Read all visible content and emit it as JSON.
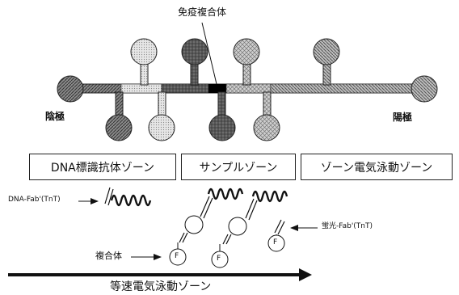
{
  "labels": {
    "immune_complex": "免疫複合体",
    "cathode": "陰極",
    "anode": "陽極",
    "dna_fab": "DNA-Fab'(TnT)",
    "fluor_fab": "蛍光-Fab'(TnT)",
    "complex": "複合体",
    "f_marker": "F",
    "itp_zone": "等速電気泳動ゾーン"
  },
  "zones": [
    {
      "label": "DNA標識抗体ゾーン"
    },
    {
      "label": "サンプルゾーン"
    },
    {
      "label": "ゾーン電気泳動ゾーン"
    }
  ],
  "colors": {
    "ink": "#111111",
    "channel_dark": "#555555",
    "channel_light": "#dddddd",
    "band": "#000000"
  }
}
